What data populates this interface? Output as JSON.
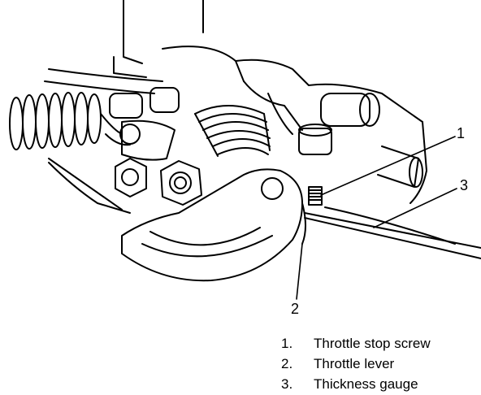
{
  "callouts": {
    "c1": "1",
    "c2": "2",
    "c3": "3"
  },
  "legend": [
    {
      "num": "1.",
      "label": "Throttle stop screw"
    },
    {
      "num": "2.",
      "label": "Throttle lever"
    },
    {
      "num": "3.",
      "label": "Thickness gauge"
    }
  ]
}
